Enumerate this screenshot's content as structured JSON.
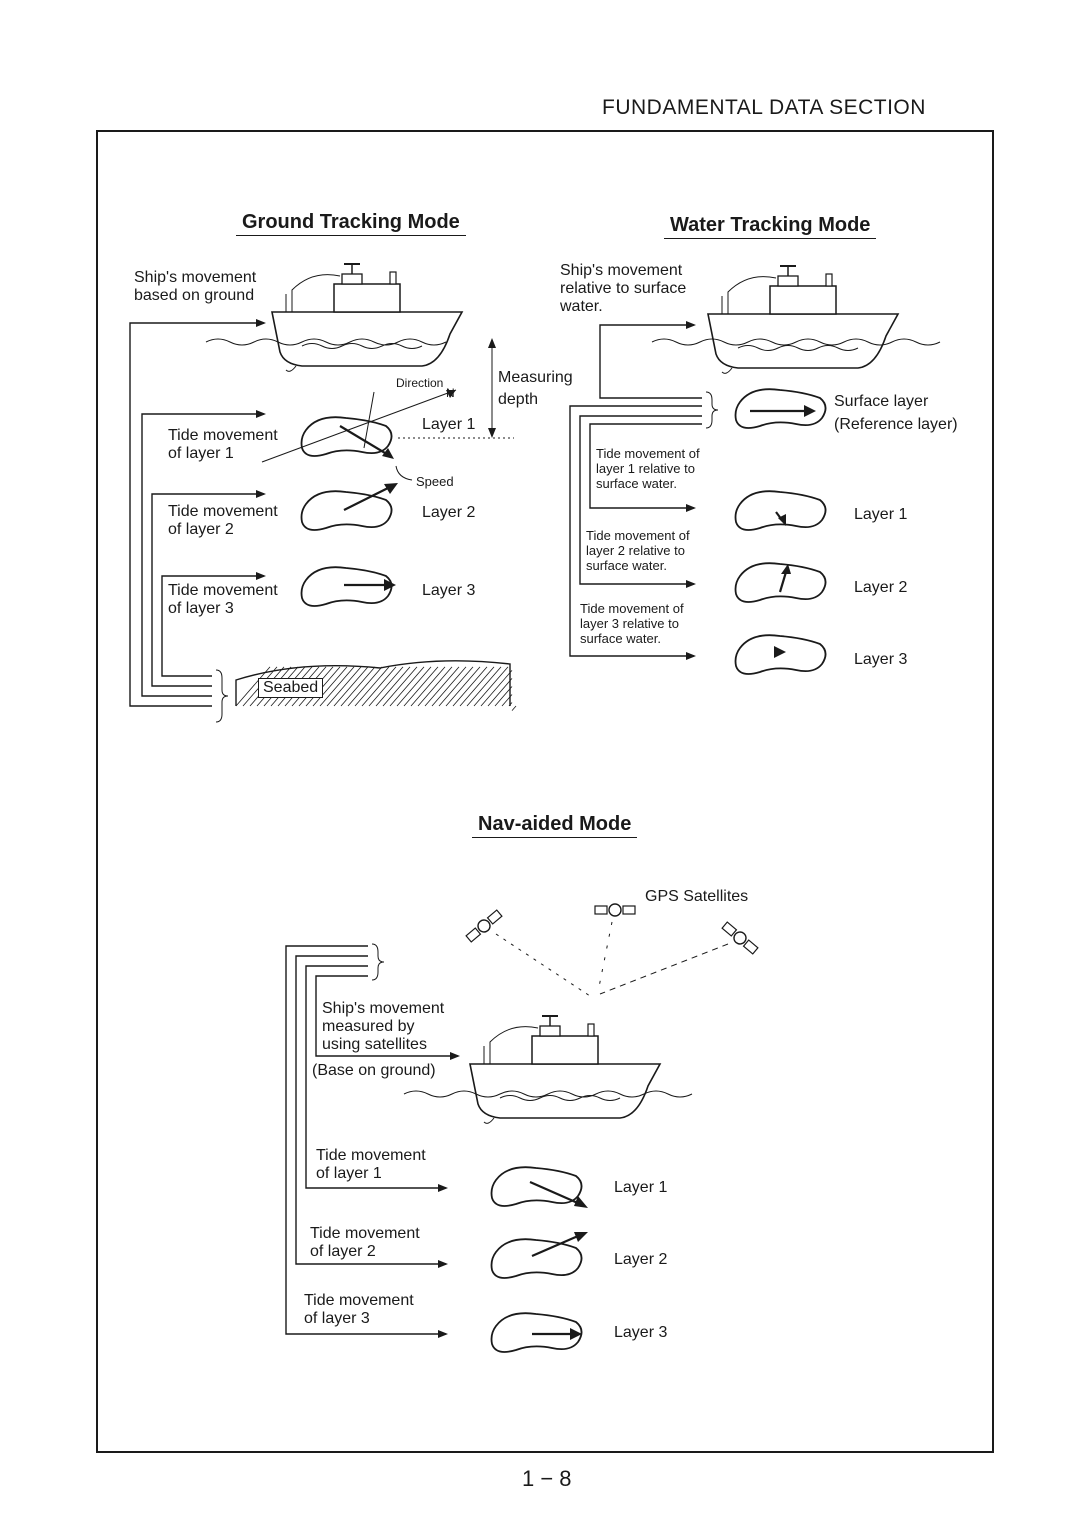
{
  "header": {
    "section_title": "FUNDAMENTAL DATA SECTION"
  },
  "ground": {
    "title": "Ground Tracking Mode",
    "ship_movement": [
      "Ship's movement",
      "based on ground"
    ],
    "measuring_depth": [
      "Measuring",
      "depth"
    ],
    "direction": "Direction",
    "north": "N",
    "speed": "Speed",
    "tide1": [
      "Tide movement",
      "of layer 1"
    ],
    "tide2": [
      "Tide movement",
      "of layer 2"
    ],
    "tide3": [
      "Tide movement",
      "of layer 3"
    ],
    "layer1": "Layer 1",
    "layer2": "Layer 2",
    "layer3": "Layer 3",
    "seabed": "Seabed"
  },
  "water": {
    "title": "Water Tracking Mode",
    "ship_movement": [
      "Ship's  movement",
      "relative to surface",
      "water."
    ],
    "surface_layer": "Surface layer",
    "reference_layer": "(Reference layer)",
    "tide1": [
      "Tide movement of",
      "layer 1 relative to",
      "surface water."
    ],
    "tide2": [
      "Tide movement of",
      "layer 2 relative to",
      "surface water."
    ],
    "tide3": [
      "Tide movement of",
      "layer 3 relative to",
      "surface water."
    ],
    "layer1": "Layer 1",
    "layer2": "Layer 2",
    "layer3": "Layer 3"
  },
  "nav": {
    "title": "Nav-aided Mode",
    "gps": "GPS Satellites",
    "ship_movement": [
      "Ship's  movement",
      "measured by",
      "using satellites"
    ],
    "base_on_ground": "(Base on ground)",
    "tide1": [
      "Tide movement",
      "of layer 1"
    ],
    "tide2": [
      "Tide movement",
      "of layer 2"
    ],
    "tide3": [
      "Tide movement",
      "of layer 3"
    ],
    "layer1": "Layer 1",
    "layer2": "Layer 2",
    "layer3": "Layer 3"
  },
  "footer": {
    "page_number": "1 − 8"
  }
}
